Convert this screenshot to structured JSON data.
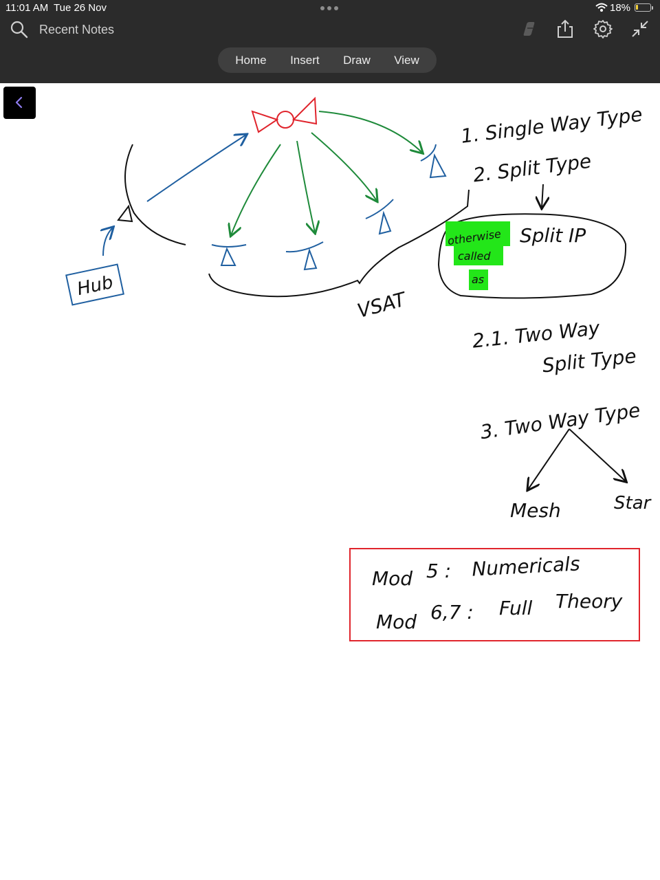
{
  "status_bar": {
    "time": "11:01 AM",
    "date": "Tue 26 Nov",
    "battery": "18%",
    "battery_level": 0.18
  },
  "toolbar": {
    "search_label": "Recent Notes",
    "icons": [
      "search-icon",
      "copilot-icon",
      "share-icon",
      "settings-icon",
      "collapse-icon"
    ],
    "tabs": [
      "Home",
      "Insert",
      "Draw",
      "View"
    ]
  },
  "note": {
    "diagram_labels": {
      "hub": "Hub",
      "vsat": "VSAT"
    },
    "list": {
      "item1": "1. Single Way Type",
      "item2": "2. Split Type",
      "highlight_1": "otherwise",
      "highlight_2": "called",
      "highlight_3": "as",
      "split_ip": "Split IP",
      "item21_a": "2.1. Two Way",
      "item21_b": "Split Type",
      "item3": "3. Two Way Type",
      "mesh": "Mesh",
      "star": "Star"
    },
    "box": {
      "line1_a": "Mod",
      "line1_b": "5 :",
      "line1_c": "Numericals",
      "line2_a": "Mod",
      "line2_b": "6,7 :",
      "line2_c": "Full",
      "line2_d": "Theory"
    },
    "colors": {
      "blue": "#1f5fa0",
      "green": "#1e8a3a",
      "red": "#e0242c",
      "highlight": "#23e619",
      "ink": "#111111"
    }
  }
}
